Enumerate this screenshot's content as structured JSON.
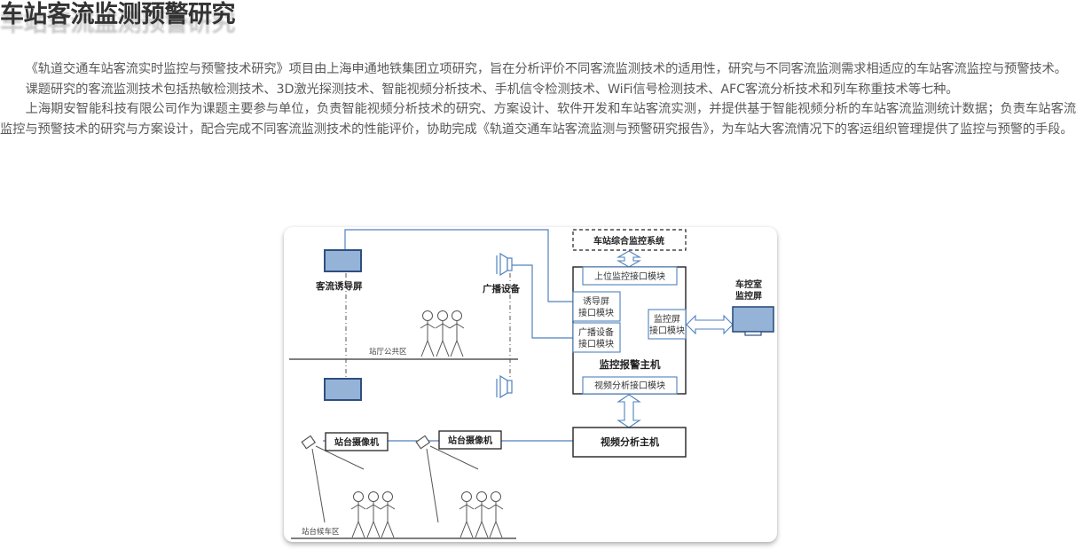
{
  "page": {
    "title": "车站客流监测预警研究"
  },
  "article": {
    "paragraphs": [
      "《轨道交通车站客流实时监控与预警技术研究》项目由上海申通地铁集团立项研究，旨在分析评价不同客流监测技术的适用性，研究与不同客流监测需求相适应的车站客流监控与预警技术。",
      "课题研究的客流监测技术包括热敏检测技术、3D激光探测技术、智能视频分析技术、手机信令检测技术、WiFi信号检测技术、AFC客流分析技术和列车称重技术等七种。",
      "上海期安智能科技有限公司作为课题主要参与单位，负责智能视频分析技术的研究、方案设计、软件开发和车站客流实测，并提供基于智能视频分析的车站客流监测统计数据；负责车站客流监控与预警技术的研究与方案设计，配合完成不同客流监测技术的性能评价，协助完成《轨道交通车站客流监测与预警研究报告》，为车站大客流情况下的客运组织管理提供了监控与预警的手段。"
    ]
  },
  "diagram": {
    "colors": {
      "device_fill": "#95b3d7",
      "device_stroke": "#2f4f7f",
      "line": "#4f81bd",
      "box_stroke": "#222222"
    },
    "labels": {
      "guidance_screen": "客流诱导屏",
      "broadcast_device": "广播设备",
      "hall_area": "站厅公共区",
      "platform_area": "站台候车区",
      "platform_camera": "站台摄像机",
      "station_system": "车站综合监控系统",
      "upper_interface": "上位监控接口模块",
      "guidance_interface_1": "诱导屏",
      "guidance_interface_2": "接口模块",
      "broadcast_interface_1": "广播设备",
      "broadcast_interface_2": "接口模块",
      "monitor_interface_1": "监控屏",
      "monitor_interface_2": "接口模块",
      "alarm_host": "监控报警主机",
      "video_interface": "视频分析接口模块",
      "video_host": "视频分析主机",
      "control_room_1": "车控室",
      "control_room_2": "监控屏"
    }
  }
}
